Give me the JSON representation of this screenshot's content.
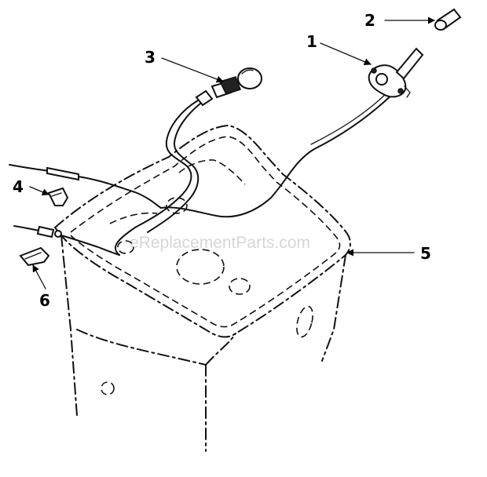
{
  "callouts": [
    {
      "id": "1",
      "label": "1"
    },
    {
      "id": "2",
      "label": "2"
    },
    {
      "id": "3",
      "label": "3"
    },
    {
      "id": "4",
      "label": "4"
    },
    {
      "id": "5",
      "label": "5"
    },
    {
      "id": "6",
      "label": "6"
    }
  ],
  "watermark": "eReplacementParts.com"
}
